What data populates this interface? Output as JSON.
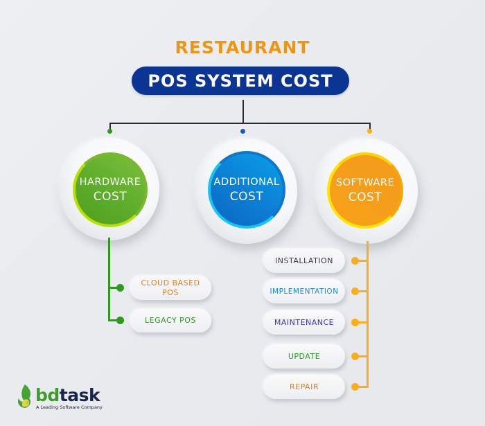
{
  "title": {
    "line1": "RESTAURANT",
    "line2": "POS SYSTEM COST"
  },
  "colors": {
    "title_orange": "#ec9612",
    "title_navy": "#0b3592",
    "hardware_green": "#5fae2c",
    "additional_blue": "#0d80d6",
    "software_orange": "#f39a1c",
    "branch_green": "#2b9a1e",
    "branch_orange": "#fbae17"
  },
  "categories": [
    {
      "id": "hardware",
      "line1": "HARDWARE",
      "line2": "COST",
      "dot_color": "#2b9a1e"
    },
    {
      "id": "additional",
      "line1": "ADDITIONAL",
      "line2": "COST",
      "dot_color": "#0b5ec2"
    },
    {
      "id": "software",
      "line1": "SOFTWARE",
      "line2": "COST",
      "dot_color": "#fbae17"
    }
  ],
  "hardware_items": [
    {
      "line1": "CLOUD BASED",
      "line2": "POS",
      "color": "#e57c1e"
    },
    {
      "line1": "LEGACY POS",
      "line2": "",
      "color": "#2d9a22"
    }
  ],
  "software_items": [
    {
      "label": "INSTALLATION",
      "color": "#3a3d45"
    },
    {
      "label": "IMPLEMENTATION",
      "color": "#1e88d8"
    },
    {
      "label": "MAINTENANCE",
      "color": "#3a2fcf"
    },
    {
      "label": "UPDATE",
      "color": "#2d9a22"
    },
    {
      "label": "REPAIR",
      "color": "#e57c1e"
    }
  ],
  "logo": {
    "name_part1": "bd",
    "name_part2": "task",
    "tagline": "A Leading Software Company"
  }
}
